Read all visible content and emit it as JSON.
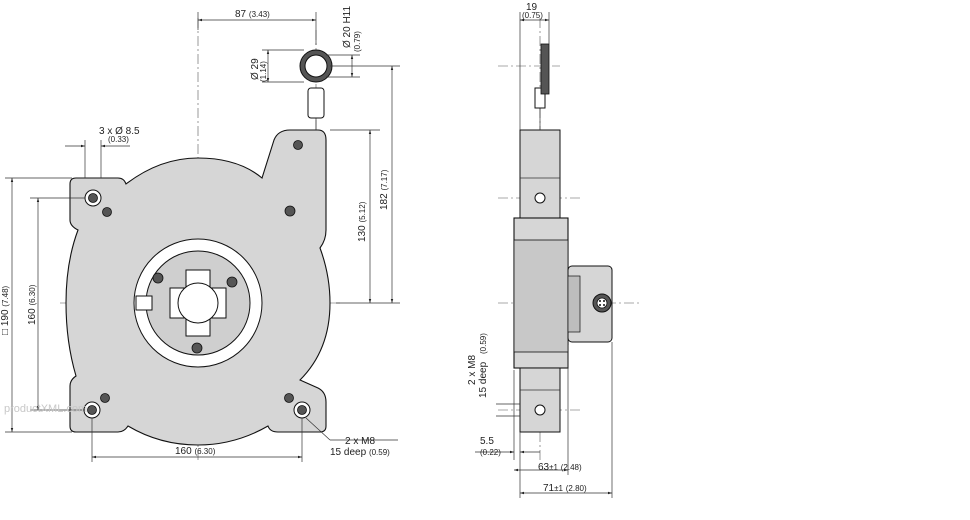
{
  "front_view": {
    "dim_87": "87",
    "dim_87_in": "(3.43)",
    "dim_hole_d20": "Ø 20 H11",
    "dim_hole_d20_in": "(0.79)",
    "dim_ring_d29": "Ø 29",
    "dim_ring_d29_in": "(1.14)",
    "dim_mount_holes": "3 x Ø 8.5",
    "dim_mount_holes_in": "(0.33)",
    "dim_130": "130",
    "dim_130_in": "(5.12)",
    "dim_182": "182",
    "dim_182_in": "(7.17)",
    "dim_190": "□ 190",
    "dim_190_in": "(7.48)",
    "dim_160v": "160",
    "dim_160v_in": "(6.30)",
    "dim_160h": "160",
    "dim_160h_in": "(6.30)",
    "thread_label": "2 x M8",
    "thread_depth": "15 deep",
    "thread_depth_in": "(0.59)"
  },
  "side_view": {
    "dim_19": "19",
    "dim_19_in": "(0.75)",
    "thread_label": "2 x M8",
    "thread_depth": "15 deep",
    "thread_depth_in": "(0.59)",
    "dim_5_5": "5.5",
    "dim_5_5_in": "(0.22)",
    "dim_63": "63",
    "dim_63_tol": "±1",
    "dim_63_in": "(2.48)",
    "dim_71": "71",
    "dim_71_tol": "±1",
    "dim_71_in": "(2.80)"
  },
  "watermark": "productXML.com"
}
